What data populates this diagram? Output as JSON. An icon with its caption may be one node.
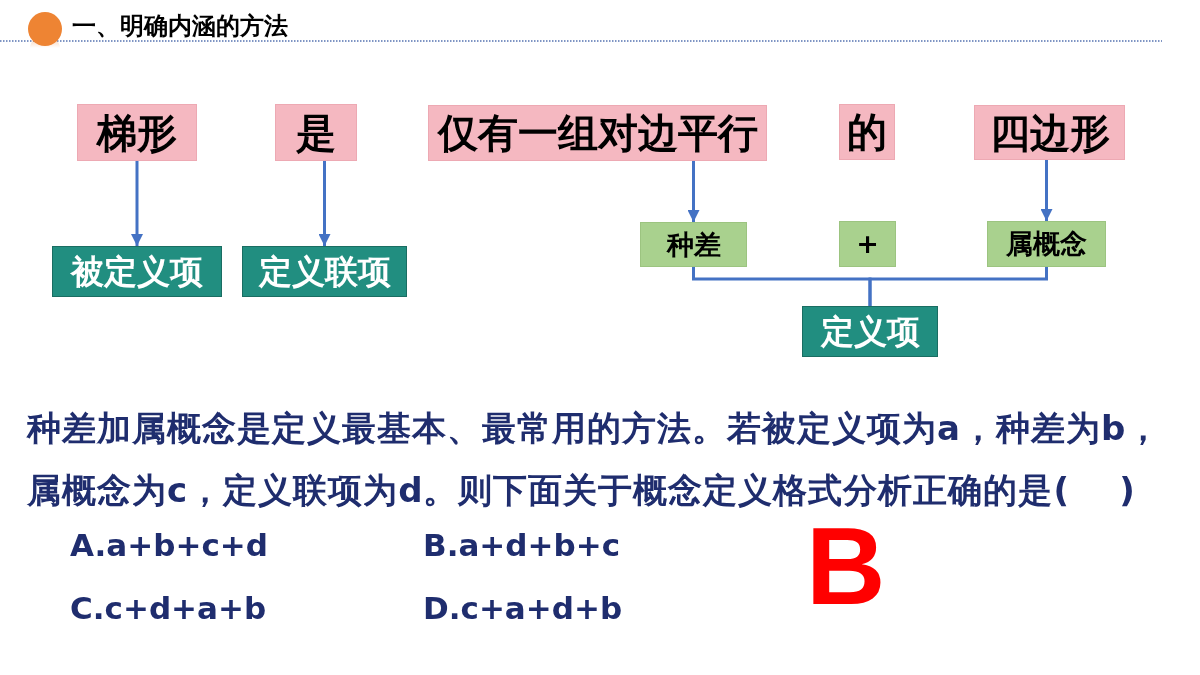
{
  "diagram": {
    "title": "一、明确内涵的方法",
    "nodes": [
      {
        "text": [
          "梯形"
        ]
      },
      {
        "text": [
          "是"
        ]
      },
      {
        "text": [
          "仅有一组对边平行"
        ]
      },
      {
        "text": [
          "的"
        ]
      },
      {
        "text": [
          "四边形"
        ]
      },
      {
        "text": [
          "被定义项"
        ]
      },
      {
        "text": [
          "定义联项"
        ]
      },
      {
        "text": [
          "种差"
        ]
      },
      {
        "text": [
          "+"
        ]
      },
      {
        "text": [
          "属概念"
        ]
      },
      {
        "text": [
          "定义项"
        ]
      }
    ],
    "edges": [
      {
        "from": 0,
        "to": 5,
        "arrow": "to"
      },
      {
        "from": 1,
        "to": 6,
        "arrow": "to"
      },
      {
        "from": 2,
        "to": 7,
        "arrow": "to"
      },
      {
        "from": 4,
        "to": 9,
        "arrow": "to"
      },
      {
        "from": 7,
        "to": 10,
        "arrow": "none"
      },
      {
        "from": 9,
        "to": 10,
        "arrow": "none"
      }
    ],
    "labels": [
      "种差加属概念是定义最基本、最常用的方法。若被定义项为a，种差为b，属概念为c，定义联项为d。则下面关于概念定义格式分析正确的是(     )",
      "A.a+b+c+d",
      "B.a+d+b+c",
      "C.c+d+a+b",
      "D.c+a+d+b",
      "B"
    ]
  }
}
